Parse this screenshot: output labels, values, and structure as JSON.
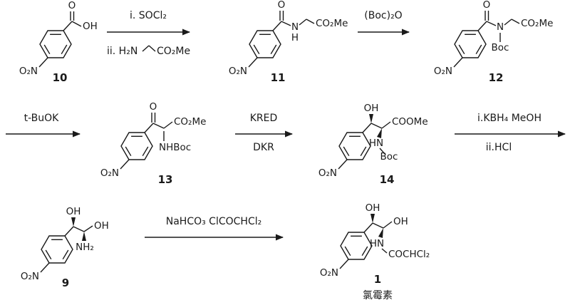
{
  "scheme": {
    "colors": {
      "ink": "#1a1a1a",
      "background": "#ffffff"
    },
    "compounds": {
      "c10": {
        "label": "10",
        "nitro": "O₂N",
        "carbonyl_o": "O",
        "hydroxyl": "OH"
      },
      "c11": {
        "label": "11",
        "nitro": "O₂N",
        "carbonyl_o": "O",
        "amide_n": "N",
        "amide_h": "H",
        "ester": "CO₂Me"
      },
      "c12": {
        "label": "12",
        "nitro": "O₂N",
        "carbonyl_o": "O",
        "amide_n": "N",
        "boc": "Boc",
        "ester": "CO₂Me"
      },
      "c13": {
        "label": "13",
        "nitro": "O₂N",
        "ketone_o": "O",
        "ester": "CO₂Me",
        "nhboc": "NHBoc"
      },
      "c14": {
        "label": "14",
        "nitro": "O₂N",
        "hydroxyl": "OH",
        "ester": "COOMe",
        "nh": "HN",
        "boc": "Boc"
      },
      "c9": {
        "label": "9",
        "nitro": "O₂N",
        "hydroxyl_benzylic": "OH",
        "hydroxyl_primary": "OH",
        "amine": "NH₂"
      },
      "c1": {
        "label": "1",
        "cn_name": "氯霉素",
        "nitro": "O₂N",
        "hydroxyl_benzylic": "OH",
        "hydroxyl_primary": "OH",
        "nh": "HN",
        "acyl": "COCHCl₂"
      }
    },
    "steps": {
      "s1": {
        "above": "i. SOCl₂",
        "below_left": "ii. H₂N",
        "below_right": "CO₂Me"
      },
      "s2": {
        "above": "(Boc)₂O"
      },
      "s3": {
        "above": "t-BuOK"
      },
      "s4": {
        "above": "KRED",
        "below": "DKR"
      },
      "s5": {
        "above": "i.KBH₄ MeOH",
        "below": "ii.HCl"
      },
      "s6": {
        "above": "NaHCO₃ ClCOCHCl₂"
      }
    }
  }
}
